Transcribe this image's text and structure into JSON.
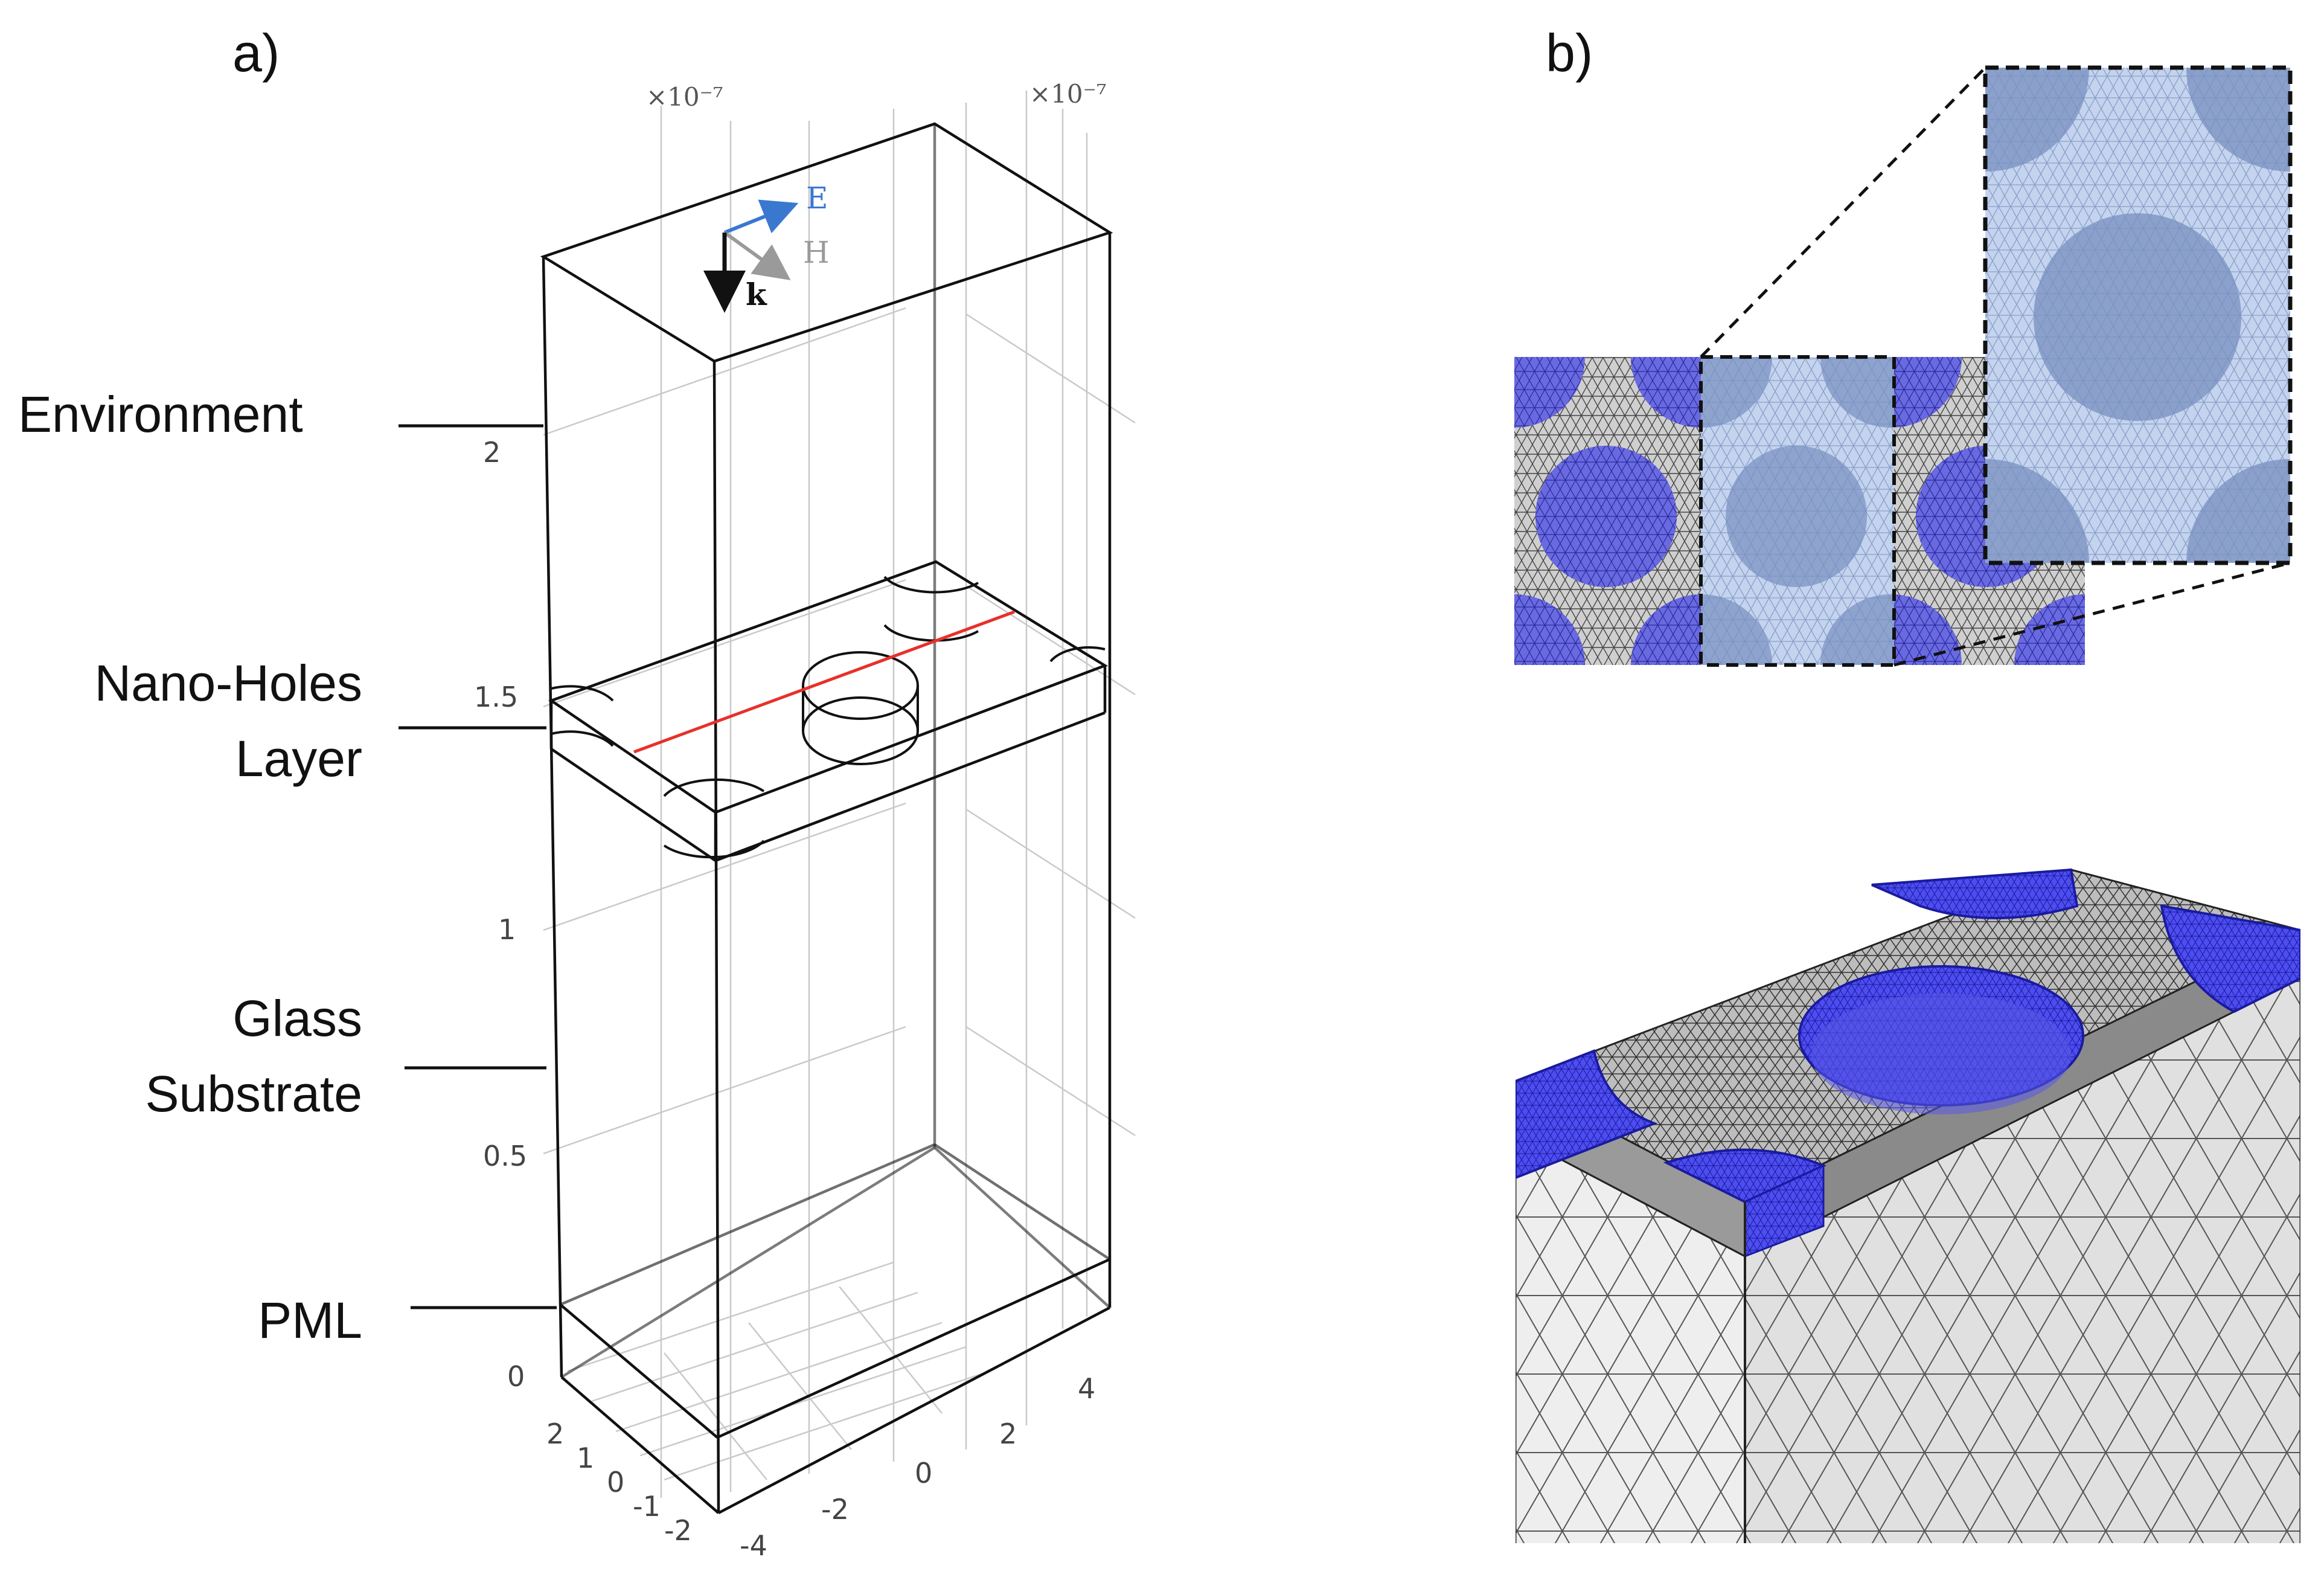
{
  "panels": {
    "a": "a)",
    "b": "b)"
  },
  "layer_labels": {
    "environment": "Environment",
    "nanoholes_line1": "Nano-Holes",
    "nanoholes_line2": "Layer",
    "glass_line1": "Glass",
    "glass_line2": "Substrate",
    "pml": "PML"
  },
  "axes": {
    "exponent_left": "×10⁻⁷",
    "exponent_right": "×10⁻⁷",
    "z_ticks": [
      "2",
      "1.5",
      "1",
      "0.5",
      "0"
    ],
    "y_ticks": [
      "2",
      "1",
      "0",
      "-1",
      "-2"
    ],
    "x_ticks": [
      "4",
      "2",
      "0",
      "-2",
      "-4"
    ]
  },
  "vectors": {
    "E": "E",
    "H": "H",
    "k": "k"
  },
  "colors": {
    "hole_blue": "#6a6ae0",
    "mesh_blue": "#3434e0",
    "selection_blue": "#aebfe0",
    "line_red": "#e8302a",
    "e_arrow": "#3a78d0",
    "h_arrow": "#9a9a9a"
  }
}
